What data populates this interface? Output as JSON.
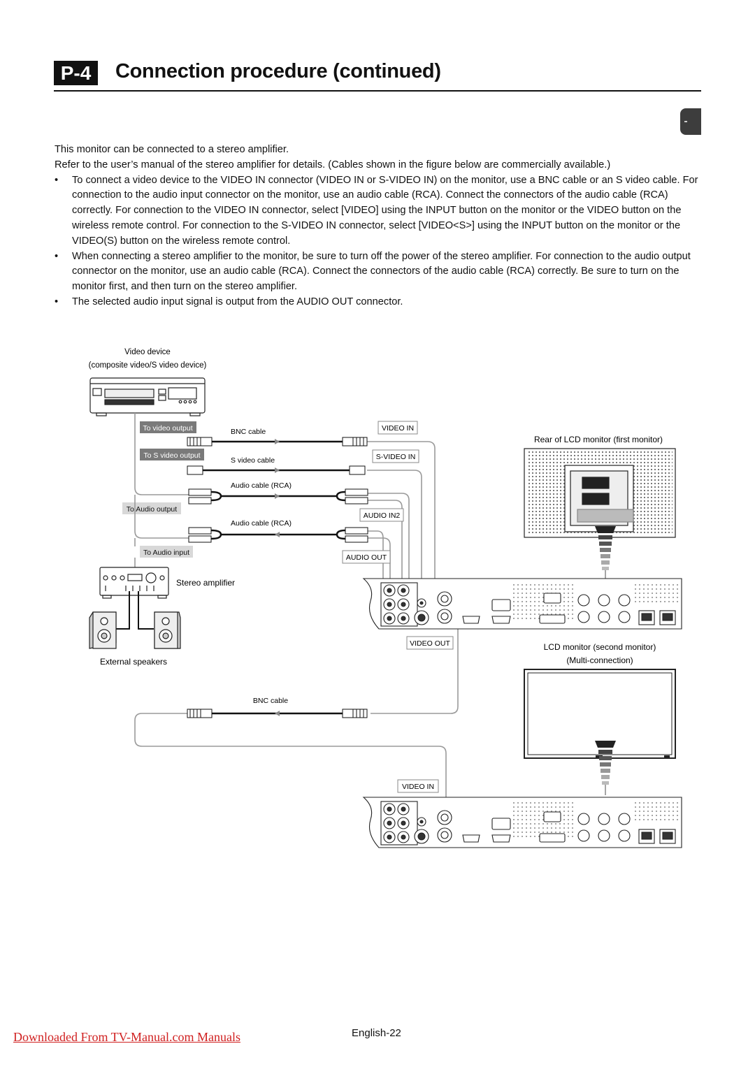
{
  "header": {
    "badge": "P-4",
    "title": "Connection procedure (continued)"
  },
  "intro": [
    "This monitor can be connected to a stereo amplifier.",
    "Refer to the user’s manual of the stereo amplifier for details. (Cables shown in the figure below are commercially available.)"
  ],
  "bullets": [
    "To connect a video device to the VIDEO IN connector (VIDEO IN or S-VIDEO IN) on the monitor, use a BNC cable or an S video cable. For connection to the audio input connector on the monitor, use an audio cable (RCA). Connect the connectors of the audio cable (RCA) correctly. For connection to the VIDEO IN connector, select [VIDEO] using the INPUT button on the monitor or the VIDEO button on the wireless remote control. For connection to the S-VIDEO IN connector, select [VIDEO<S>] using the INPUT button on the monitor or the VIDEO(S) button on the wireless remote control.",
    "When connecting a stereo amplifier to the monitor, be sure to turn off the power of the stereo amplifier. For connection to the audio output connector on the monitor, use an audio cable (RCA). Connect the connectors of the audio cable (RCA) correctly. Be sure to turn on the monitor first, and then turn on the stereo amplifier.",
    "The selected audio input signal is output from the AUDIO OUT connector."
  ],
  "diagram": {
    "video_device_line1": "Video device",
    "video_device_line2": "(composite video/S video device)",
    "to_video_output": "To video output",
    "to_s_video_output": "To S video output",
    "to_audio_output": "To Audio output",
    "to_audio_input": "To Audio input",
    "bnc_cable": "BNC cable",
    "s_video_cable": "S video cable",
    "audio_cable_1": "Audio cable (RCA)",
    "audio_cable_2": "Audio cable (RCA)",
    "video_in": "VIDEO IN",
    "s_video_in": "S-VIDEO IN",
    "audio_in2": "AUDIO IN2",
    "audio_out": "AUDIO OUT",
    "video_out": "VIDEO OUT",
    "stereo_amplifier": "Stereo amplifier",
    "external_speakers": "External speakers",
    "rear_first_monitor": "Rear of LCD monitor (first monitor)",
    "second_monitor_line1": "LCD monitor (second monitor)",
    "second_monitor_line2": "(Multi-connection)",
    "bnc_cable_2": "BNC cable",
    "video_in_2": "VIDEO IN"
  },
  "footer": {
    "link": "Downloaded From TV-Manual.com Manuals",
    "page": "English-22"
  },
  "colors": {
    "link": "#d02020",
    "label_bg": "#7a7a7a",
    "cable": "#111111"
  }
}
